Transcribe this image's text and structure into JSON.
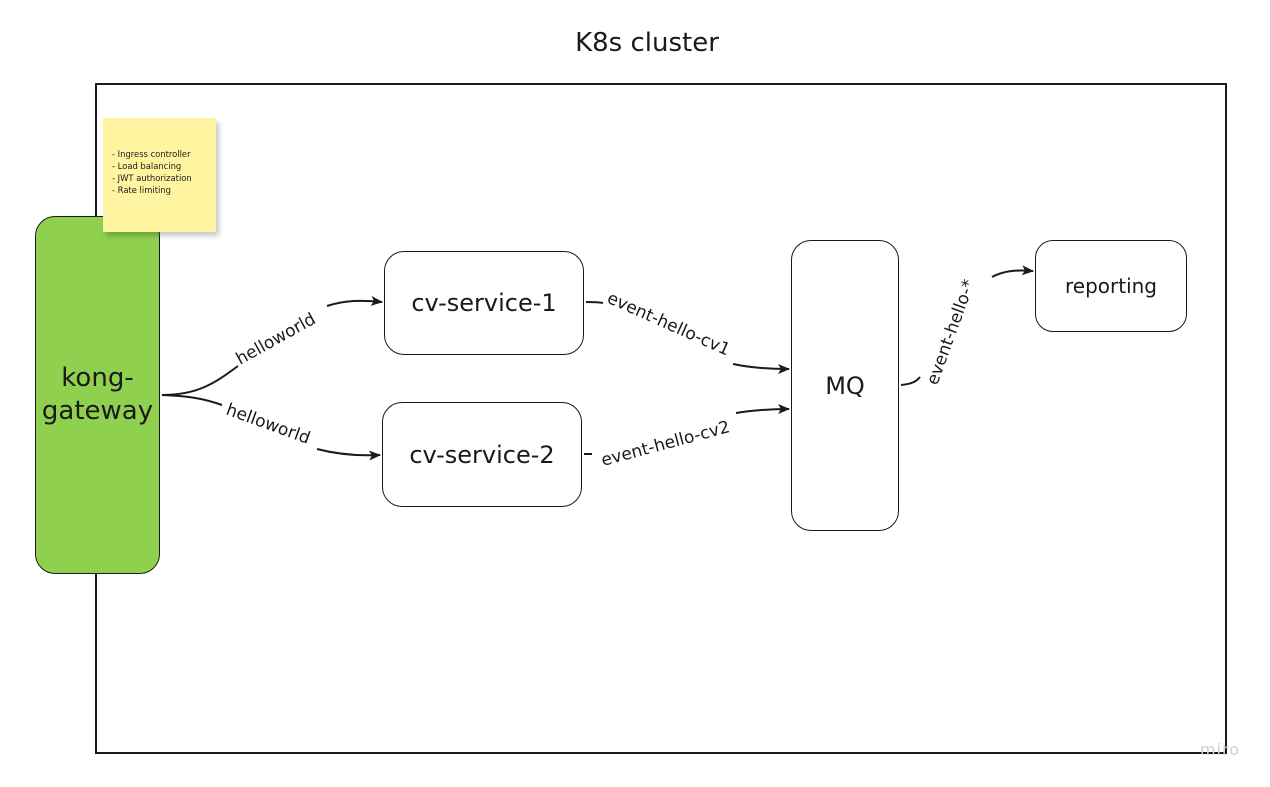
{
  "title": "K8s cluster",
  "nodes": {
    "gateway": "kong-\ngateway",
    "gateway_line1": "kong-",
    "gateway_line2": "gateway",
    "service1": "cv-service-1",
    "service2": "cv-service-2",
    "mq": "MQ",
    "reporting": "reporting"
  },
  "sticky_note": {
    "lines": [
      "- Ingress controller",
      "- Load balancing",
      "- JWT authorization",
      "- Rate limiting"
    ]
  },
  "edges": {
    "to_service1": "helloworld",
    "to_service2": "helloworld",
    "service1_to_mq": "event-hello-cv1",
    "service2_to_mq": "event-hello-cv2",
    "mq_to_reporting": "event-hello-*"
  },
  "watermark": "miro",
  "colors": {
    "gateway_fill": "#8fd14f",
    "sticky_fill": "#fff5a1",
    "stroke": "#1a1a1a"
  }
}
